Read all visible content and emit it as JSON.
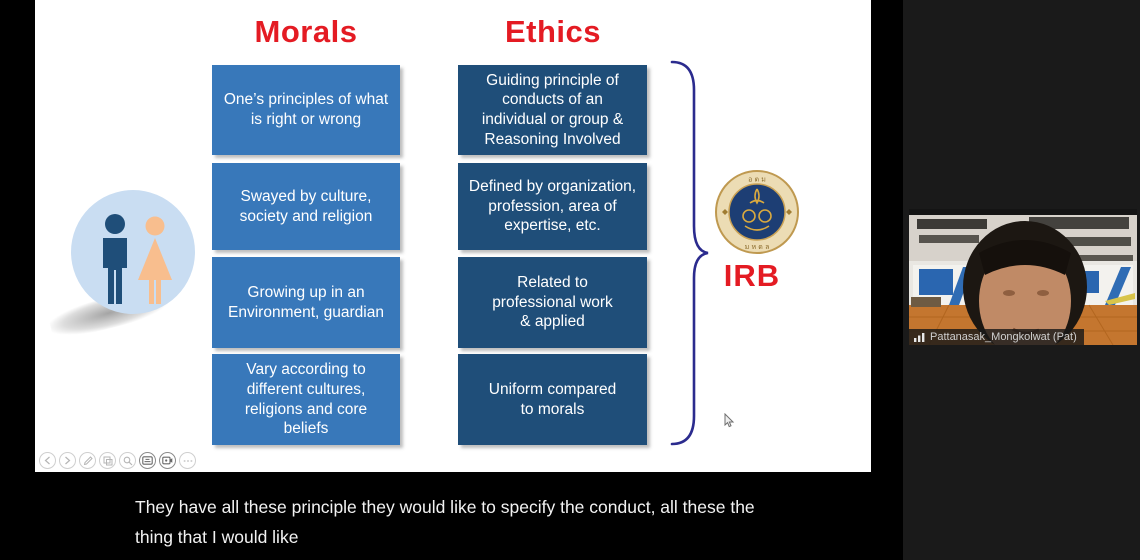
{
  "slide": {
    "columns": [
      {
        "title": "Morals",
        "items": [
          "One’s principles of what is right or wrong",
          "Swayed by culture, society and religion",
          "Growing up in an Environment, guardian",
          "Vary according to different cultures, religions and core beliefs"
        ]
      },
      {
        "title": "Ethics",
        "items": [
          "Guiding principle of conducts of an individual or group & Reasoning Involved",
          "Defined by organization, profession, area of expertise, etc.",
          "Related to professional work & applied",
          "Uniform compared to morals"
        ]
      }
    ],
    "irb_label": "IRB",
    "icons": {
      "people_icon": "man-woman-pictogram",
      "university_seal": "mahidol-university-seal",
      "brace": "right-curly-brace"
    },
    "colors": {
      "heading_red": "#e41b23",
      "morals_box_blue": "#3878ba",
      "ethics_box_blue": "#1f4e79",
      "brace_navy": "#2b2b8e",
      "people_circle_blue": "#c9ddf2",
      "man_blue": "#1f4e79",
      "woman_peach": "#f8be8e"
    }
  },
  "toolbar": {
    "icons": [
      "previous-slide",
      "next-slide",
      "pen",
      "see-all-slides",
      "zoom-in",
      "captions",
      "camera",
      "more-options"
    ]
  },
  "webcam": {
    "name_label": "Pattanasak_Mongkolwat (Pat)",
    "signal_icon": "signal-bars"
  },
  "caption": {
    "line1": "They have all these principle they would like to specify the conduct, all these the",
    "line2": "thing that I would like"
  }
}
